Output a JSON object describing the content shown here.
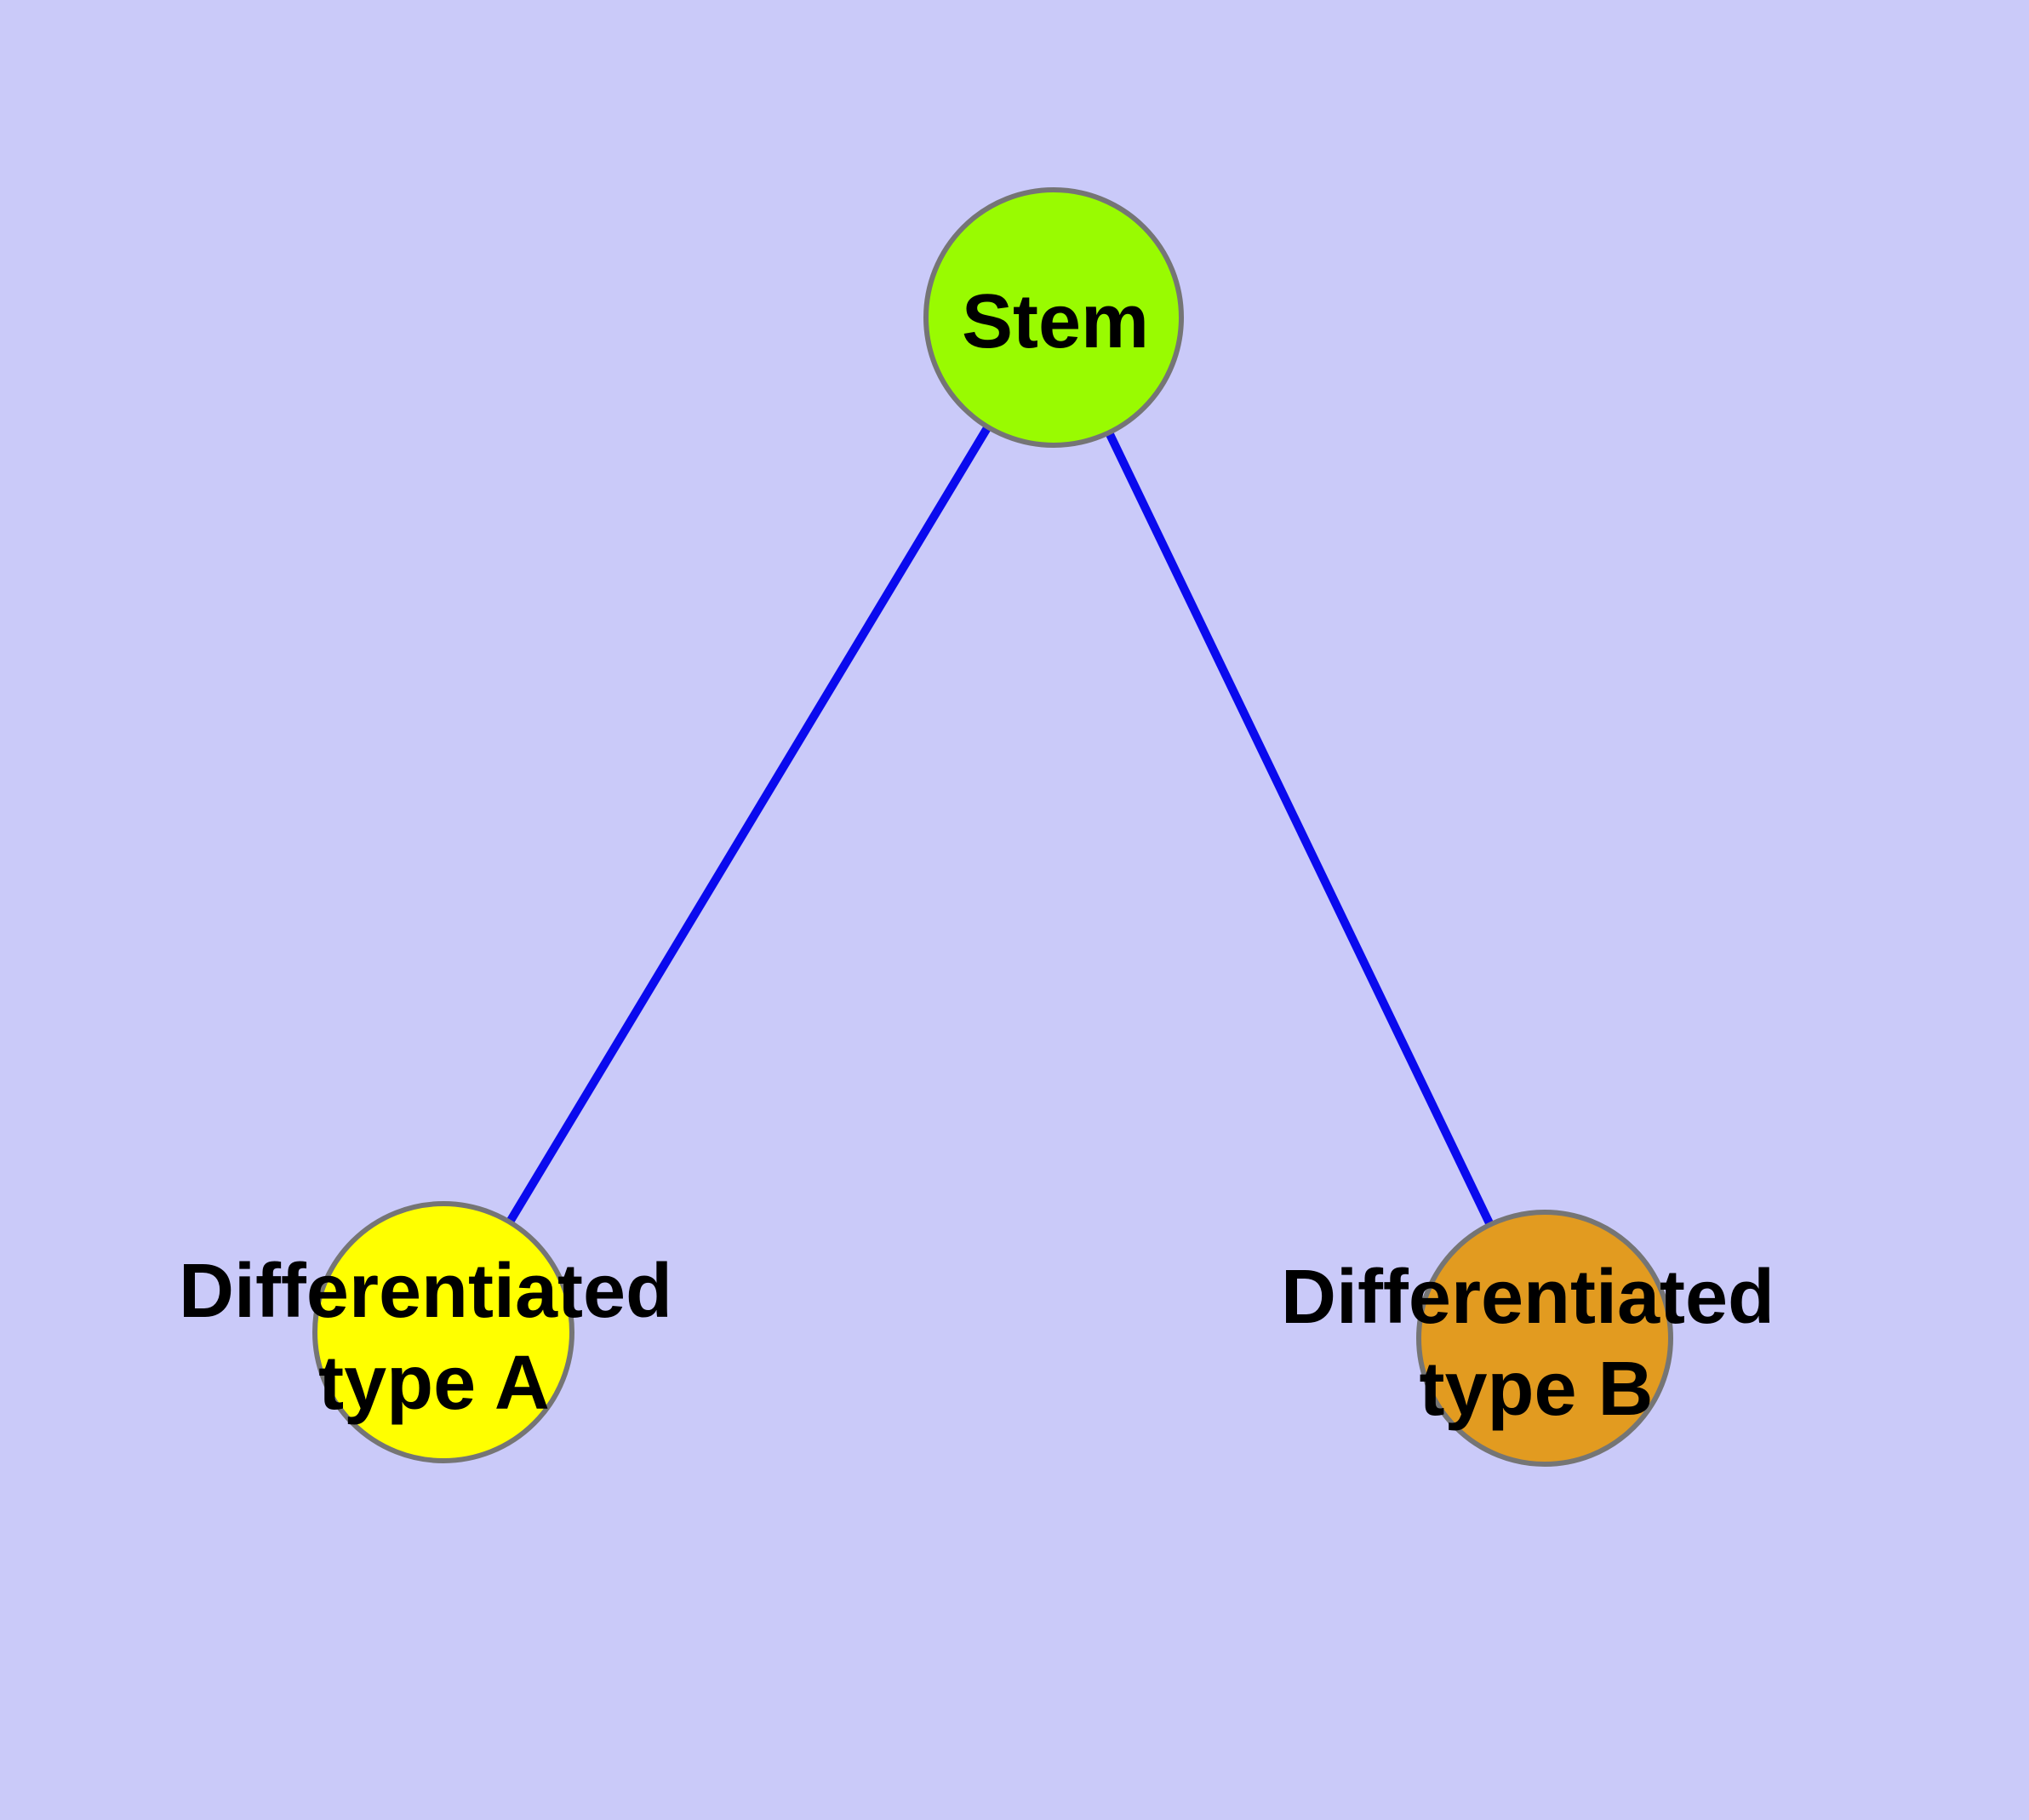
{
  "diagram": {
    "background": "#cacaf9",
    "edge_color": "#0a0aee",
    "node_border_color": "#757575",
    "label_color": "#000000",
    "nodes": {
      "stem": {
        "label": "Stem",
        "color": "#99fb01"
      },
      "type_a": {
        "label_line1": "Differentiated",
        "label_line2": "type A",
        "color": "#ffff00"
      },
      "type_b": {
        "label_line1": "Differentiated",
        "label_line2": "type B",
        "color": "#e29b20"
      }
    },
    "edges": [
      {
        "from": "Stem",
        "to": "Differentiated type A"
      },
      {
        "from": "Stem",
        "to": "Differentiated type B"
      }
    ]
  }
}
